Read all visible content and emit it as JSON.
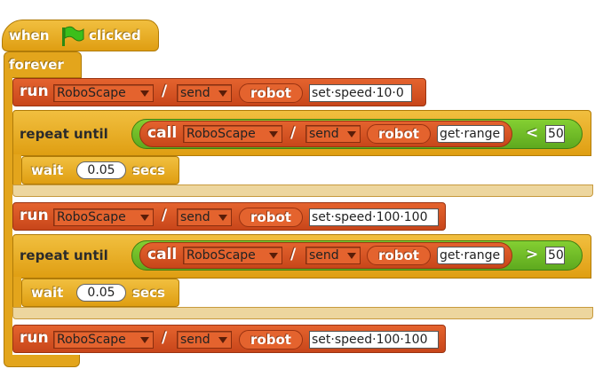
{
  "hat": {
    "when": "when",
    "clicked": "clicked",
    "flag_icon": "green-flag-icon"
  },
  "forever": {
    "label": "forever"
  },
  "blocks": [
    {
      "run": "run",
      "lib": "RoboScape",
      "slash": "/",
      "action": "send",
      "robot": "robot",
      "msg": "set·speed·10·0"
    },
    {
      "repeat": "repeat until",
      "call": "call",
      "lib": "RoboScape",
      "slash": "/",
      "action": "send",
      "robot": "robot",
      "msg": "get·range",
      "op": "<",
      "value": "50"
    },
    {
      "wait": "wait",
      "value": "0.05",
      "secs": "secs"
    },
    {
      "run": "run",
      "lib": "RoboScape",
      "slash": "/",
      "action": "send",
      "robot": "robot",
      "msg": "set·speed·100·100"
    },
    {
      "repeat": "repeat until",
      "call": "call",
      "lib": "RoboScape",
      "slash": "/",
      "action": "send",
      "robot": "robot",
      "msg": "get·range",
      "op": ">",
      "value": "50"
    },
    {
      "wait": "wait",
      "value": "0.05",
      "secs": "secs"
    },
    {
      "run": "run",
      "lib": "RoboScape",
      "slash": "/",
      "action": "send",
      "robot": "robot",
      "msg": "set·speed·100·100"
    }
  ],
  "colors": {
    "control": "#e6a822",
    "other": "#d4561f",
    "operators": "#6cbc24"
  }
}
